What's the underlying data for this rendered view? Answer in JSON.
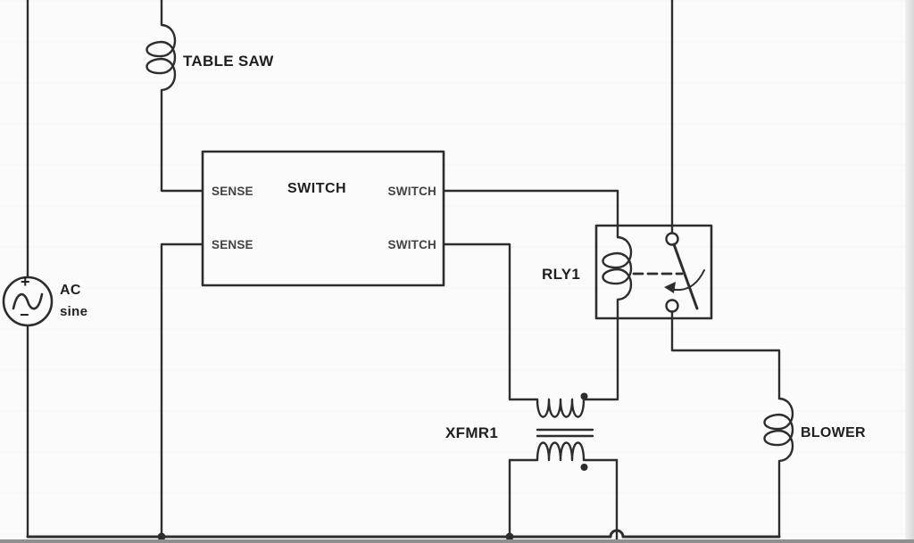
{
  "colors": {
    "wire": "#2d2d2d",
    "background": "#fbfbfb",
    "label_text": "#1f1f1f",
    "pin_text": "#424242"
  },
  "components": {
    "ac_source": {
      "label": "AC",
      "sublabel": "sine",
      "polarity_plus": "+",
      "polarity_minus": "−"
    },
    "table_saw": {
      "label": "TABLE SAW"
    },
    "switch_box": {
      "title": "SWITCH",
      "pins": {
        "sense_top": "SENSE",
        "sense_bottom": "SENSE",
        "switch_top": "SWITCH",
        "switch_bottom": "SWITCH"
      }
    },
    "relay": {
      "label": "RLY1"
    },
    "transformer": {
      "label": "XFMR1"
    },
    "blower": {
      "label": "BLOWER"
    }
  }
}
